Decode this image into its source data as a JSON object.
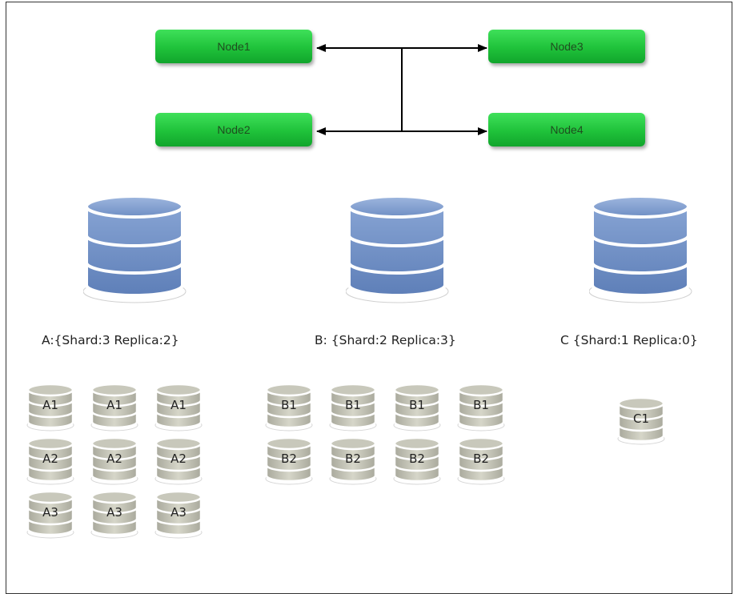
{
  "nodes": {
    "node1": "Node1",
    "node2": "Node2",
    "node3": "Node3",
    "node4": "Node4"
  },
  "databases": {
    "a": {
      "label": "A:{Shard:3 Replica:2}"
    },
    "b": {
      "label": "B: {Shard:2 Replica:3}"
    },
    "c": {
      "label": "C {Shard:1 Replica:0}"
    }
  },
  "shards": {
    "a": [
      [
        "A1",
        "A1",
        "A1"
      ],
      [
        "A2",
        "A2",
        "A2"
      ],
      [
        "A3",
        "A3",
        "A3"
      ]
    ],
    "b": [
      [
        "B1",
        "B1",
        "B1",
        "B1"
      ],
      [
        "B2",
        "B2",
        "B2",
        "B2"
      ]
    ],
    "c": [
      [
        "C1"
      ]
    ]
  },
  "colors": {
    "node_green": "#1fc23a",
    "db_blue": "#6f8fc4",
    "shard_gray": "#bdbdb0"
  }
}
